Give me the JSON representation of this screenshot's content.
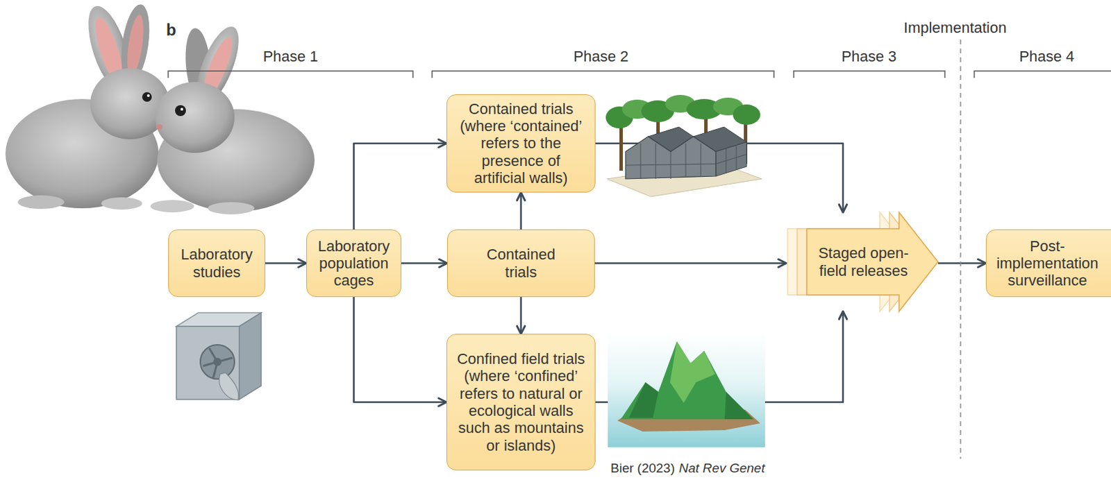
{
  "diagram": {
    "nodes": [
      {
        "text": [
          "Laboratory studies"
        ]
      },
      {
        "text": [
          "Laboratory population cages"
        ]
      },
      {
        "text": [
          "Contained trials (where ‘contained’ refers to the presence of artificial walls)"
        ]
      },
      {
        "text": [
          "Contained trials"
        ]
      },
      {
        "text": [
          "Confined field trials (where ‘confined’ refers to natural or ecological walls such as mountains or islands)"
        ]
      },
      {
        "text": [
          "Staged open-field releases"
        ]
      },
      {
        "text": [
          "Post-implementation surveillance"
        ]
      }
    ],
    "edges": [
      {
        "from": 0,
        "to": 1,
        "arrow": "to"
      },
      {
        "from": 1,
        "to": 2,
        "arrow": "to"
      },
      {
        "from": 1,
        "to": 3,
        "arrow": "to"
      },
      {
        "from": 1,
        "to": 4,
        "arrow": "to"
      },
      {
        "from": 3,
        "to": 2,
        "arrow": "to"
      },
      {
        "from": 3,
        "to": 4,
        "arrow": "to"
      },
      {
        "from": 3,
        "to": 5,
        "arrow": "to"
      },
      {
        "from": 2,
        "to": 5,
        "arrow": "to"
      },
      {
        "from": 4,
        "to": 5,
        "arrow": "to"
      },
      {
        "from": 5,
        "to": 6,
        "arrow": "to"
      }
    ],
    "labels": [
      "b",
      "Implementation",
      "Phase 1",
      "Phase 2",
      "Phase 3",
      "Phase 4",
      "Bier (2023)",
      "Nat Rev Genet"
    ]
  }
}
